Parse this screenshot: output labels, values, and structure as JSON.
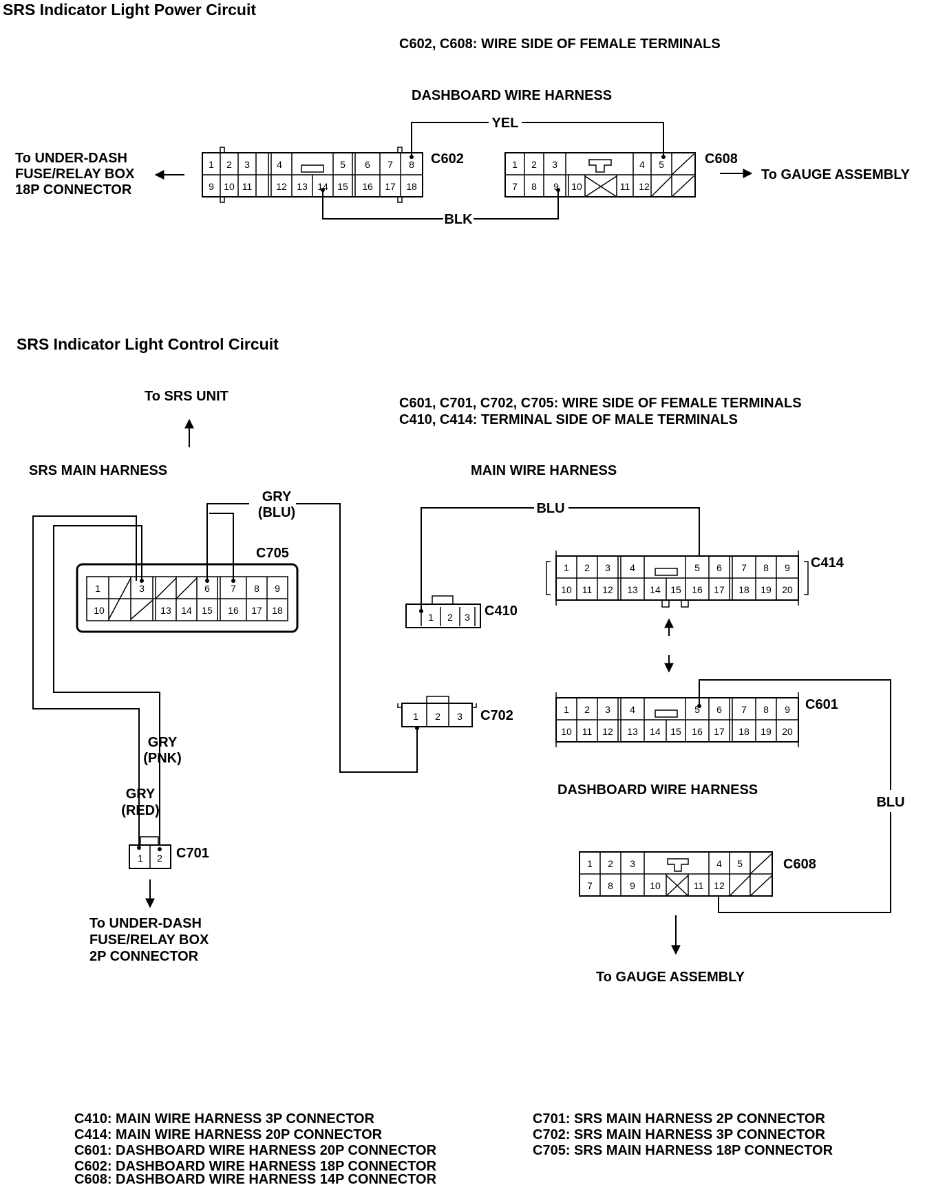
{
  "power": {
    "title": "SRS Indicator Light Power Circuit",
    "note": "C602, C608: WIRE SIDE OF FEMALE TERMINALS",
    "harness": "DASHBOARD WIRE HARNESS",
    "wire_yel": "YEL",
    "wire_blk": "BLK",
    "c602": "C602",
    "c608": "C608",
    "left_1": "To UNDER-DASH",
    "left_2": "FUSE/RELAY BOX",
    "left_3": "18P CONNECTOR",
    "right": "To GAUGE ASSEMBLY"
  },
  "control": {
    "title": "SRS Indicator Light Control Circuit",
    "to_srs": "To SRS UNIT",
    "note_1": "C601, C701, C702, C705: WIRE SIDE OF FEMALE TERMINALS",
    "note_2": "C410, C414: TERMINAL SIDE OF MALE TERMINALS",
    "srs_harness": "SRS MAIN HARNESS",
    "main_harness": "MAIN WIRE HARNESS",
    "dash_harness": "DASHBOARD WIRE HARNESS",
    "c705": "C705",
    "c410": "C410",
    "c414": "C414",
    "c702": "C702",
    "c601": "C601",
    "c701": "C701",
    "c608": "C608",
    "gry": "GRY",
    "blu_p": "(BLU)",
    "pnk_p": "(PNK)",
    "red_p": "(RED)",
    "blu": "BLU",
    "bottom_1": "To UNDER-DASH",
    "bottom_2": "FUSE/RELAY BOX",
    "bottom_3": "2P CONNECTOR",
    "to_gauge": "To GAUGE ASSEMBLY"
  },
  "legend": [
    "C410: MAIN WIRE HARNESS 3P CONNECTOR",
    "C414: MAIN WIRE HARNESS 20P CONNECTOR",
    "C601: DASHBOARD WIRE HARNESS 20P CONNECTOR",
    "C602: DASHBOARD WIRE HARNESS 18P CONNECTOR",
    "C608: DASHBOARD WIRE HARNESS 14P CONNECTOR",
    "C701: SRS MAIN HARNESS 2P CONNECTOR",
    "C702: SRS MAIN HARNESS 3P CONNECTOR",
    "C705: SRS MAIN HARNESS 18P CONNECTOR"
  ],
  "pins": {
    "c602_top": [
      "1",
      "2",
      "3",
      "4",
      "5",
      "6",
      "7",
      "8"
    ],
    "c602_bot": [
      "9",
      "10",
      "11",
      "12",
      "13",
      "14",
      "15",
      "16",
      "17",
      "18"
    ],
    "c608_top": [
      "1",
      "2",
      "3",
      "4",
      "5"
    ],
    "c608_bot": [
      "7",
      "8",
      "9",
      "10",
      "11",
      "12"
    ],
    "c705_top": [
      "1",
      "3",
      "6",
      "7",
      "8",
      "9"
    ],
    "c705_bot": [
      "10",
      "13",
      "14",
      "15",
      "16",
      "17",
      "18"
    ],
    "c410": [
      "1",
      "2",
      "3"
    ],
    "c702": [
      "1",
      "2",
      "3"
    ],
    "c701": [
      "1",
      "2"
    ],
    "c20_top": [
      "1",
      "2",
      "3",
      "4",
      "5",
      "6",
      "7",
      "8",
      "9"
    ],
    "c20_bot": [
      "10",
      "11",
      "12",
      "13",
      "14",
      "15",
      "16",
      "17",
      "18",
      "19",
      "20"
    ]
  }
}
